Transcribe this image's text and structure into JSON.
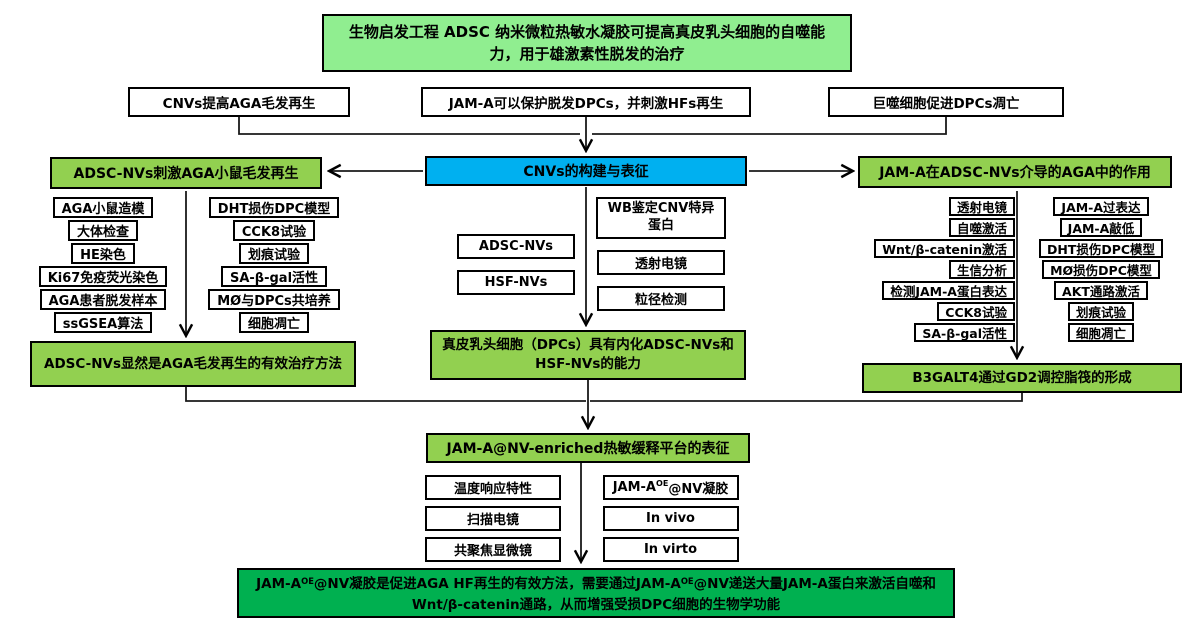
{
  "colors": {
    "title_green": "#90EE90",
    "branch_green": "#92D050",
    "blue": "#00B0F0",
    "dark_green": "#00B050"
  },
  "title": "生物启发工程 ADSC 纳米微粒热敏水凝胶可提高真皮乳头细胞的自噬能力，用于雄激素性脱发的治疗",
  "premises": [
    "CNVs提高AGA毛发再生",
    "JAM-A可以保护脱发DPCs，并刺激HFs再生",
    "巨噬细胞促进DPCs凋亡"
  ],
  "left": {
    "header": "ADSC-NVs刺激AGA小鼠毛发再生",
    "col1": [
      "AGA小鼠造模",
      "大体检查",
      "HE染色",
      "Ki67免疫荧光染色",
      "AGA患者脱发样本",
      "ssGSEA算法"
    ],
    "col2": [
      "DHT损伤DPC模型",
      "CCK8试验",
      "划痕试验",
      "SA-β-gal活性",
      "MØ与DPCs共培养",
      "细胞凋亡"
    ],
    "conclusion": "ADSC-NVs显然是AGA毛发再生的有效治疗方法"
  },
  "center": {
    "header": "CNVs的构建与表征",
    "col1": [
      "ADSC-NVs",
      "HSF-NVs"
    ],
    "col2": [
      "WB鉴定CNV特异蛋白",
      "透射电镜",
      "粒径检测"
    ],
    "conclusion": "真皮乳头细胞（DPCs）具有内化ADSC-NVs和HSF-NVs的能力"
  },
  "right": {
    "header": "JAM-A在ADSC-NVs介导的AGA中的作用",
    "col1": [
      "透射电镜",
      "自噬激活",
      "Wnt/β-catenin激活",
      "生信分析",
      "检测JAM-A蛋白表达",
      "CCK8试验",
      "SA-β-gal活性"
    ],
    "col2": [
      "JAM-A过表达",
      "JAM-A敲低",
      "DHT损伤DPC模型",
      "MØ损伤DPC模型",
      "AKT通路激活",
      "划痕试验",
      "细胞凋亡"
    ],
    "conclusion": "B3GALT4通过GD2调控脂筏的形成"
  },
  "platform": {
    "header": "JAM-A@NV-enriched热敏缓释平台的表征",
    "col1": [
      "温度响应特性",
      "扫描电镜",
      "共聚焦显微镜"
    ],
    "gel_parts": [
      "JAM-A",
      "OE",
      "@NV凝胶"
    ],
    "col2": [
      "In vivo",
      "In virto"
    ]
  },
  "final": {
    "parts": [
      "JAM-A",
      "OE",
      "@NV凝胶是促进AGA HF再生的有效方法，需要通过JAM-A",
      "OE",
      "@NV递送大量JAM-A蛋白来激活自噬和Wnt/β-catenin通路，从而增强受损DPC细胞的生物学功能"
    ]
  }
}
